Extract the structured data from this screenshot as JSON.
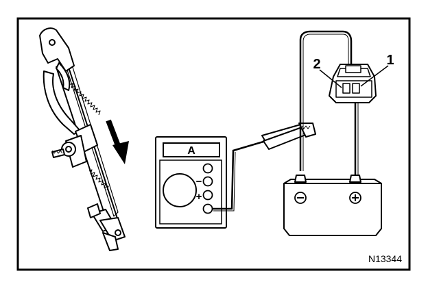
{
  "labels": {
    "pin_2": "2",
    "pin_1": "1",
    "meter_unit": "A",
    "minus_terminal": "−",
    "plus_terminal": "+",
    "figure_code": "N13344"
  },
  "colors": {
    "ink": "#000000",
    "paper": "#ffffff"
  }
}
